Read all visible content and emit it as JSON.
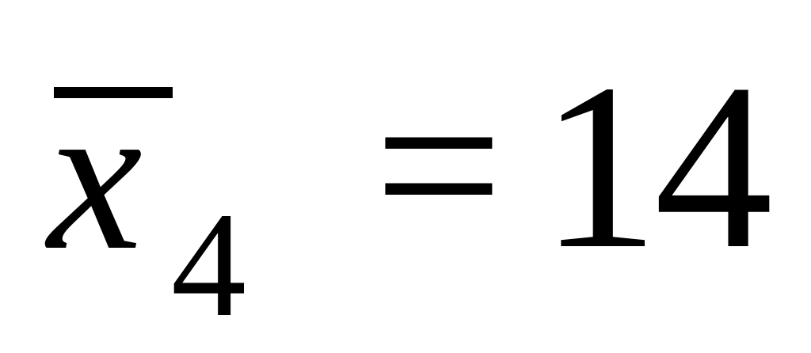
{
  "formula": {
    "variable": "x",
    "subscript": "4",
    "operator": "=",
    "value": "14",
    "text_color": "#000000",
    "background_color": "#ffffff"
  }
}
